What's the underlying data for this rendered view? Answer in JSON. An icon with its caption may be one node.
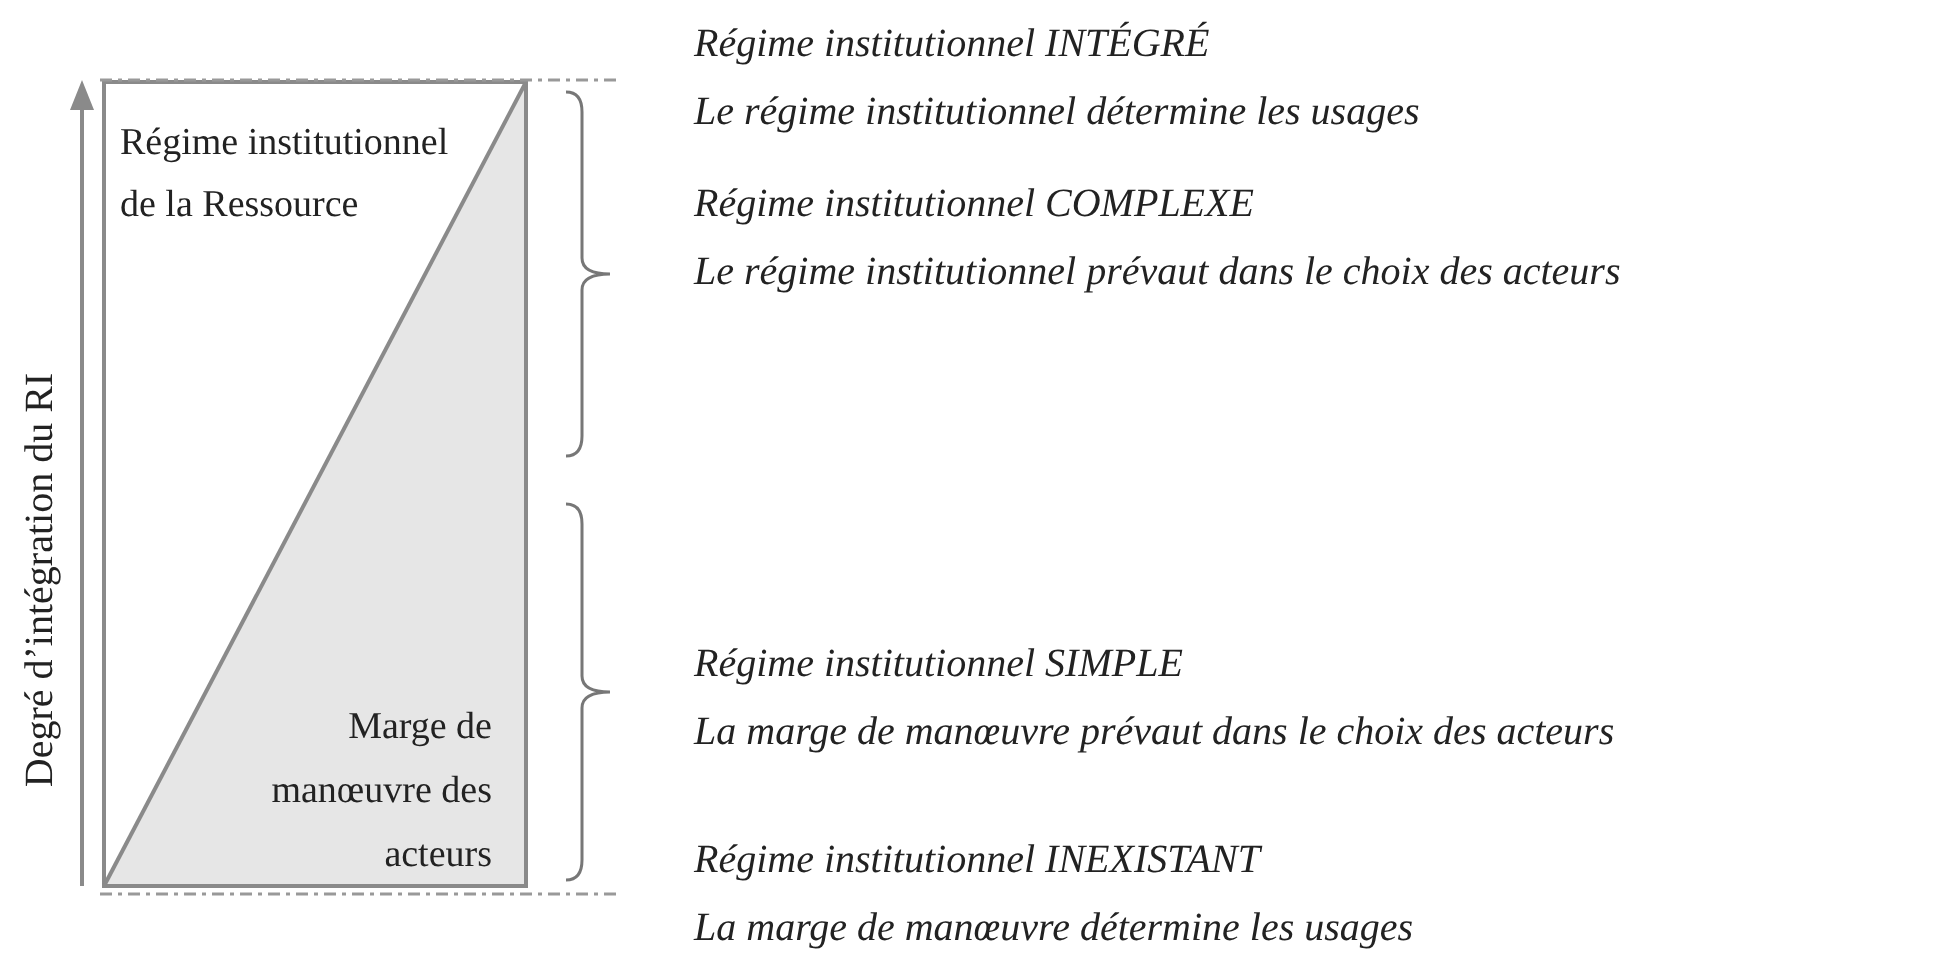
{
  "diagram": {
    "labels": [
      "Régime institutionnel de la Ressource",
      "Marge de manœuvre des acteurs",
      "Degré d’intégration du RI",
      "Régime institutionnel INTÉGRÉ",
      "Le régime institutionnel détermine les usages",
      "Régime institutionnel COMPLEXE",
      "Le régime institutionnel prévaut dans le choix des acteurs",
      "Régime institutionnel SIMPLE",
      "La marge de manœuvre prévaut dans le choix des acteurs",
      "Régime institutionnel INEXISTANT",
      "La marge de manœuvre détermine les usages"
    ]
  }
}
